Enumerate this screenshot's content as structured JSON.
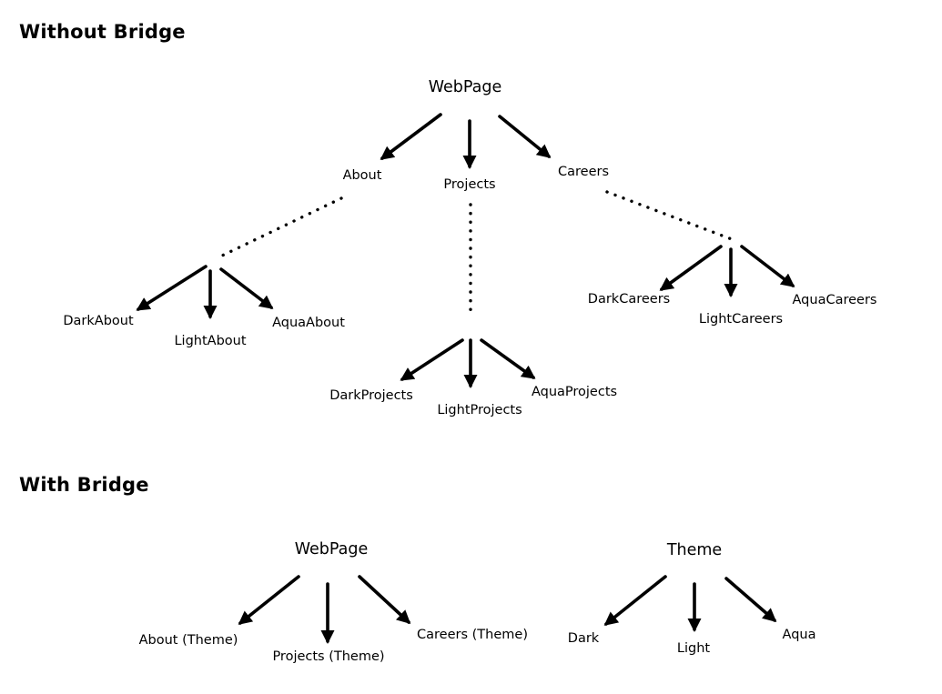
{
  "headings": {
    "without_bridge": "Without Bridge",
    "with_bridge": "With Bridge"
  },
  "without": {
    "root": "WebPage",
    "pages": [
      "About",
      "Projects",
      "Careers"
    ],
    "about_variants": [
      "DarkAbout",
      "LightAbout",
      "AquaAbout"
    ],
    "projects_variants": [
      "DarkProjects",
      "LightProjects",
      "AquaProjects"
    ],
    "careers_variants": [
      "DarkCareers",
      "LightCareers",
      "AquaCareers"
    ]
  },
  "with": {
    "webpage_root": "WebPage",
    "webpage_children": [
      "About (Theme)",
      "Projects (Theme)",
      "Careers (Theme)"
    ],
    "theme_root": "Theme",
    "theme_children": [
      "Dark",
      "Light",
      "Aqua"
    ]
  }
}
